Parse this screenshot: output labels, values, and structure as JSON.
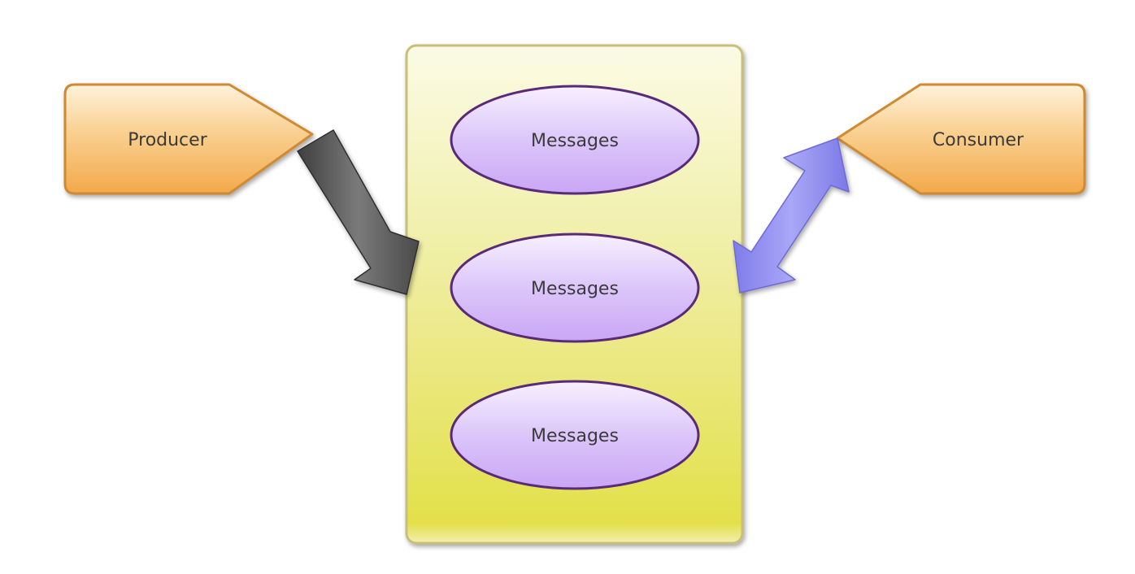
{
  "diagram": {
    "producer": {
      "label": "Producer"
    },
    "consumer": {
      "label": "Consumer"
    },
    "queue": {
      "messages": [
        {
          "label": "Messages"
        },
        {
          "label": "Messages"
        },
        {
          "label": "Messages"
        }
      ]
    },
    "colors": {
      "node_fill_top": "#fff2dc",
      "node_fill_bottom": "#f2a94a",
      "node_stroke": "#cf8a32",
      "queue_fill_top": "#fbfbe6",
      "queue_fill_bottom": "#e3e04a",
      "queue_stroke": "#c8c07a",
      "message_fill_top": "#f7f0ff",
      "message_fill_bottom": "#c9a6f5",
      "message_stroke": "#5a2a7a",
      "producer_arrow": "#5b5b5b",
      "consumer_arrow": "#8f8cf0"
    }
  }
}
